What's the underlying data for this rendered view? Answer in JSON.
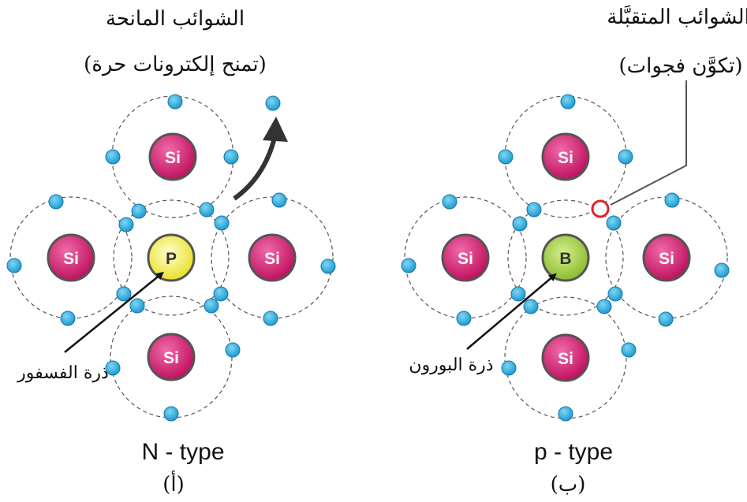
{
  "colors": {
    "silicon_fill": "#d81b72",
    "phosphorus_fill": "#f2ea3a",
    "boron_fill": "#9ccc3c",
    "electron_fill": "#3bb4e5",
    "hole_stroke": "#e0202a",
    "orbit_stroke": "#555555"
  },
  "left": {
    "title": "الشوائب المانحة",
    "subtitle": "(تمنح إلكترونات حرة)",
    "center_atom": "P",
    "neighbor_atom": "Si",
    "pointer_label": "ذرة الفسفور",
    "type_label": "N - type",
    "caption": "(أ)"
  },
  "right": {
    "title": "الشوائب المتقبَّلة",
    "subtitle": "(تكوَّن فجوات)",
    "center_atom": "B",
    "neighbor_atom": "Si",
    "pointer_label": "ذرة البورون",
    "type_label": "p - type",
    "caption": "(ب)"
  }
}
